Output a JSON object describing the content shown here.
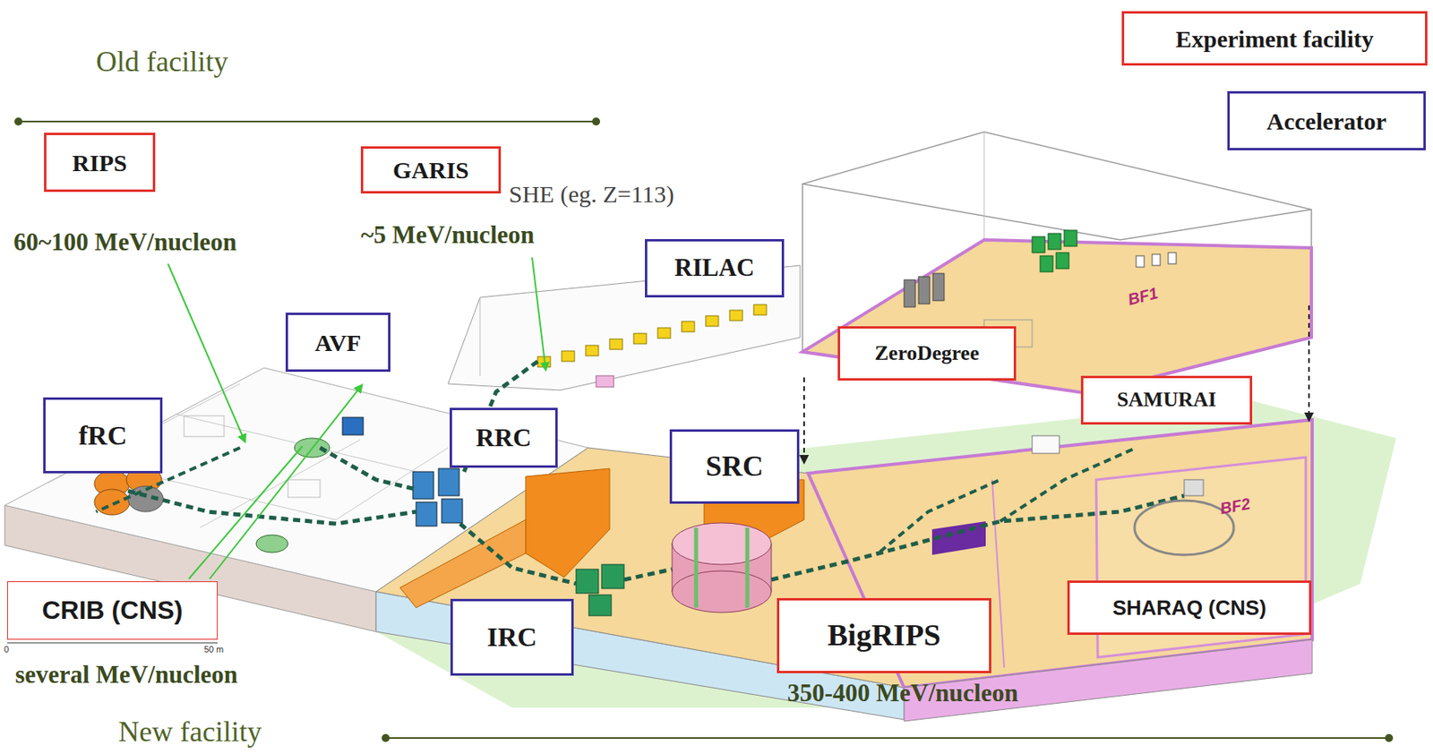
{
  "diagram": {
    "nodes": [
      {
        "text": [
          "Experiment facility"
        ]
      },
      {
        "text": [
          "Accelerator"
        ]
      },
      {
        "text": [
          "RIPS"
        ]
      },
      {
        "text": [
          "GARIS"
        ]
      },
      {
        "text": [
          "RILAC"
        ]
      },
      {
        "text": [
          "AVF"
        ]
      },
      {
        "text": [
          "fRC"
        ]
      },
      {
        "text": [
          "ZeroDegree"
        ]
      },
      {
        "text": [
          "SAMURAI"
        ]
      },
      {
        "text": [
          "RRC"
        ]
      },
      {
        "text": [
          "SRC"
        ]
      },
      {
        "text": [
          "CRIB (CNS)"
        ]
      },
      {
        "text": [
          "IRC"
        ]
      },
      {
        "text": [
          "BigRIPS"
        ]
      },
      {
        "text": [
          "SHARAQ (CNS)"
        ]
      }
    ],
    "labels": [
      "Old facility",
      "SHE (eg. Z=113)",
      "60~100 MeV/nucleon",
      "~5 MeV/nucleon",
      "several MeV/nucleon",
      "350-400 MeV/nucleon",
      "New facility",
      "BF1",
      "BF2",
      "0",
      "50 m"
    ]
  }
}
